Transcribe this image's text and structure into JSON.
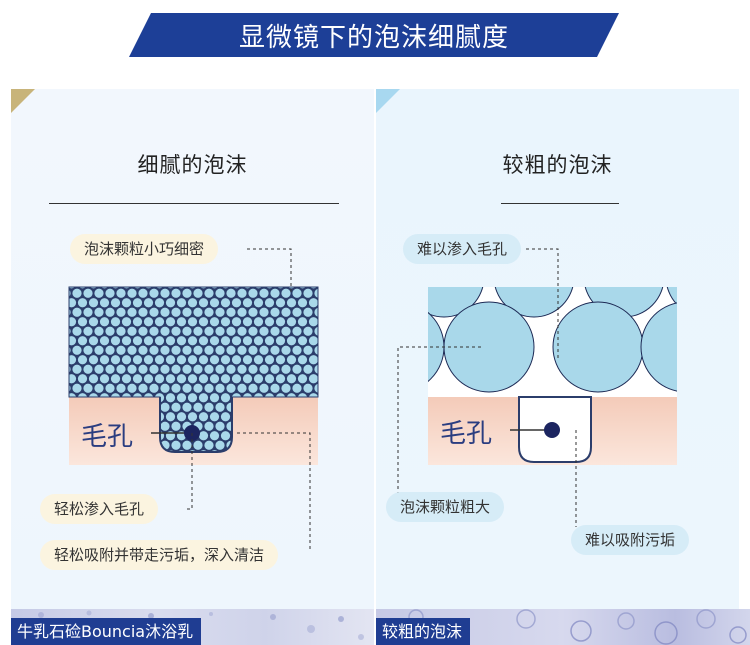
{
  "banner": {
    "title": "显微镜下的泡沫细腻度"
  },
  "left_panel": {
    "heading": "细腻的泡沫",
    "callout_top": "泡沫颗粒小巧细密",
    "pore_label": "毛孔",
    "callout_bottom_1": "轻松渗入毛孔",
    "callout_bottom_2": "轻松吸附并带走污垢，深入清洁"
  },
  "right_panel": {
    "heading": "较粗的泡沫",
    "callout_top": "难以渗入毛孔",
    "pore_label": "毛孔",
    "callout_middle": "泡沫颗粒粗大",
    "callout_bottom": "难以吸附污垢"
  },
  "bottom_strip": {
    "left_label": "牛乳石硷Bouncia沐浴乳",
    "right_label": "较粗的泡沫"
  },
  "colors": {
    "banner": "#1d3f97",
    "foam": "#a9d8ea",
    "skin": "#f6d4c3",
    "pore_dot": "#1c2560",
    "label_dark_blue": "#1f3d92"
  }
}
